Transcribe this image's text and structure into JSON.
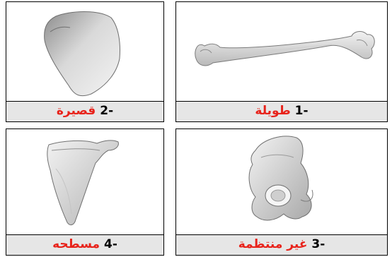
{
  "cards": [
    {
      "number": "-1",
      "word": "طويلة"
    },
    {
      "number": "-2",
      "word": "قصيرة"
    },
    {
      "number": "-3",
      "word": "غير منتظمة"
    },
    {
      "number": "-4",
      "word": "مسطحه"
    }
  ],
  "colors": {
    "label_background": "#e6e6e6",
    "number_text": "#000000",
    "word_text": "#e8231b",
    "border": "#000000"
  }
}
